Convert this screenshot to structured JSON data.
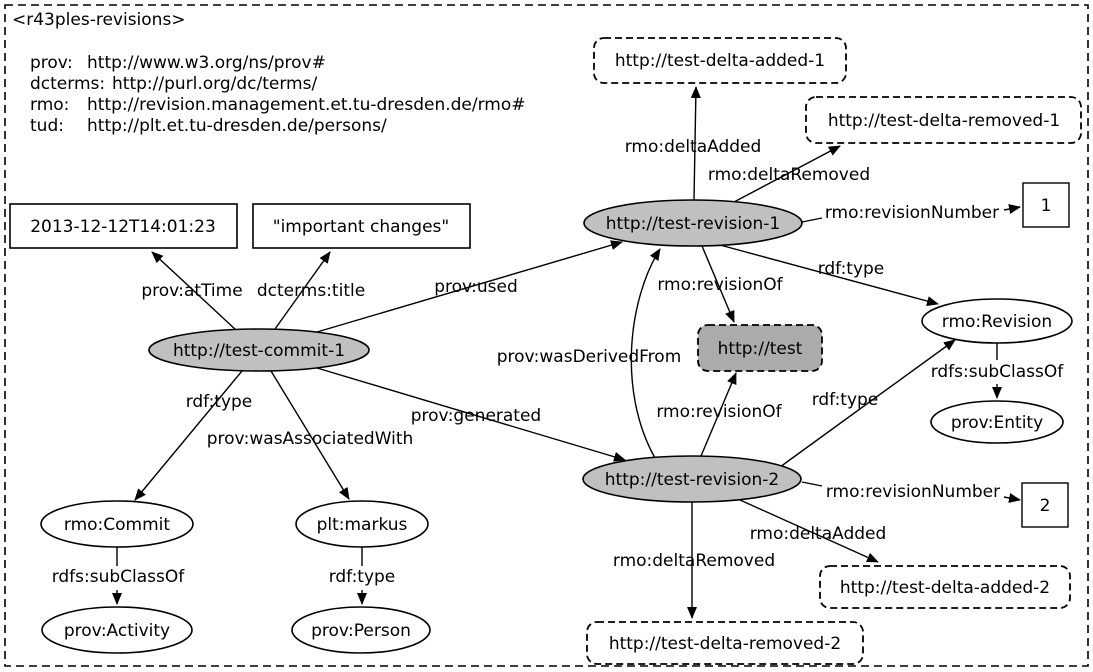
{
  "cluster": {
    "title": "<r43ples-revisions>"
  },
  "prefixes": [
    {
      "name": "prov:",
      "uri": "http://www.w3.org/ns/prov#"
    },
    {
      "name": "dcterms:",
      "uri": "http://purl.org/dc/terms/"
    },
    {
      "name": "rmo:",
      "uri": "http://revision.management.et.tu-dresden.de/rmo#"
    },
    {
      "name": "tud:",
      "uri": "http://plt.et.tu-dresden.de/persons/"
    }
  ],
  "nodes": {
    "timestamp": "2013-12-12T14:01:23",
    "title_literal": "\"important changes\"",
    "commit": "http://test-commit-1",
    "revision1": "http://test-revision-1",
    "revision2": "http://test-revision-2",
    "graph": "http://test",
    "delta_added_1": "http://test-delta-added-1",
    "delta_removed_1": "http://test-delta-removed-1",
    "delta_added_2": "http://test-delta-added-2",
    "delta_removed_2": "http://test-delta-removed-2",
    "rev1_number": "1",
    "rev2_number": "2",
    "rmo_revision": "rmo:Revision",
    "prov_entity": "prov:Entity",
    "rmo_commit": "rmo:Commit",
    "prov_activity": "prov:Activity",
    "plt_markus": "plt:markus",
    "prov_person": "prov:Person"
  },
  "edges": {
    "atTime": "prov:atTime",
    "title": "dcterms:title",
    "used": "prov:used",
    "generated": "prov:generated",
    "rdf_type": "rdf:type",
    "wasAssociatedWith": "prov:wasAssociatedWith",
    "wasDerivedFrom": "prov:wasDerivedFrom",
    "revisionOf": "rmo:revisionOf",
    "subClassOf": "rdfs:subClassOf",
    "deltaAdded": "rmo:deltaAdded",
    "deltaRemoved": "rmo:deltaRemoved",
    "revisionNumber": "rmo:revisionNumber"
  },
  "colors": {
    "instance_node_fill": "#c0c0c0",
    "graph_node_fill": "#ababab",
    "stroke": "#000000",
    "background": "#ffffff"
  }
}
